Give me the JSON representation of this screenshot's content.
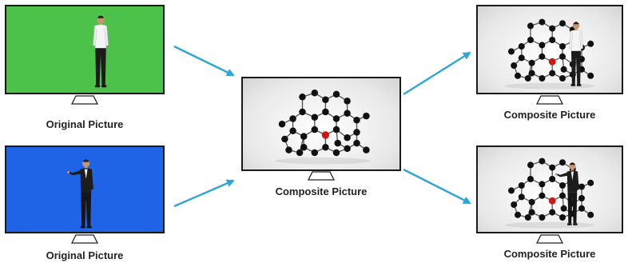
{
  "diagram": {
    "colors": {
      "green_screen": "#4cc24a",
      "blue_screen": "#1f63e6",
      "arrow": "#2ea5d8",
      "frame": "#1a1a1a",
      "studio_bg": "#f2f2f2",
      "atom": "#111111",
      "atom_highlight": "#d41414"
    },
    "inputs": [
      {
        "label": "Original Picture",
        "background": "green_screen",
        "subject": "man-standing-icon"
      },
      {
        "label": "Original Picture",
        "background": "blue_screen",
        "subject": "man-pointing-icon"
      }
    ],
    "center": {
      "label": "Composite Picture",
      "content": "molecule-structure-icon"
    },
    "outputs": [
      {
        "label": "Composite Picture",
        "content": "molecule-with-man-standing"
      },
      {
        "label": "Composite Picture",
        "content": "molecule-with-man-pointing"
      }
    ]
  }
}
